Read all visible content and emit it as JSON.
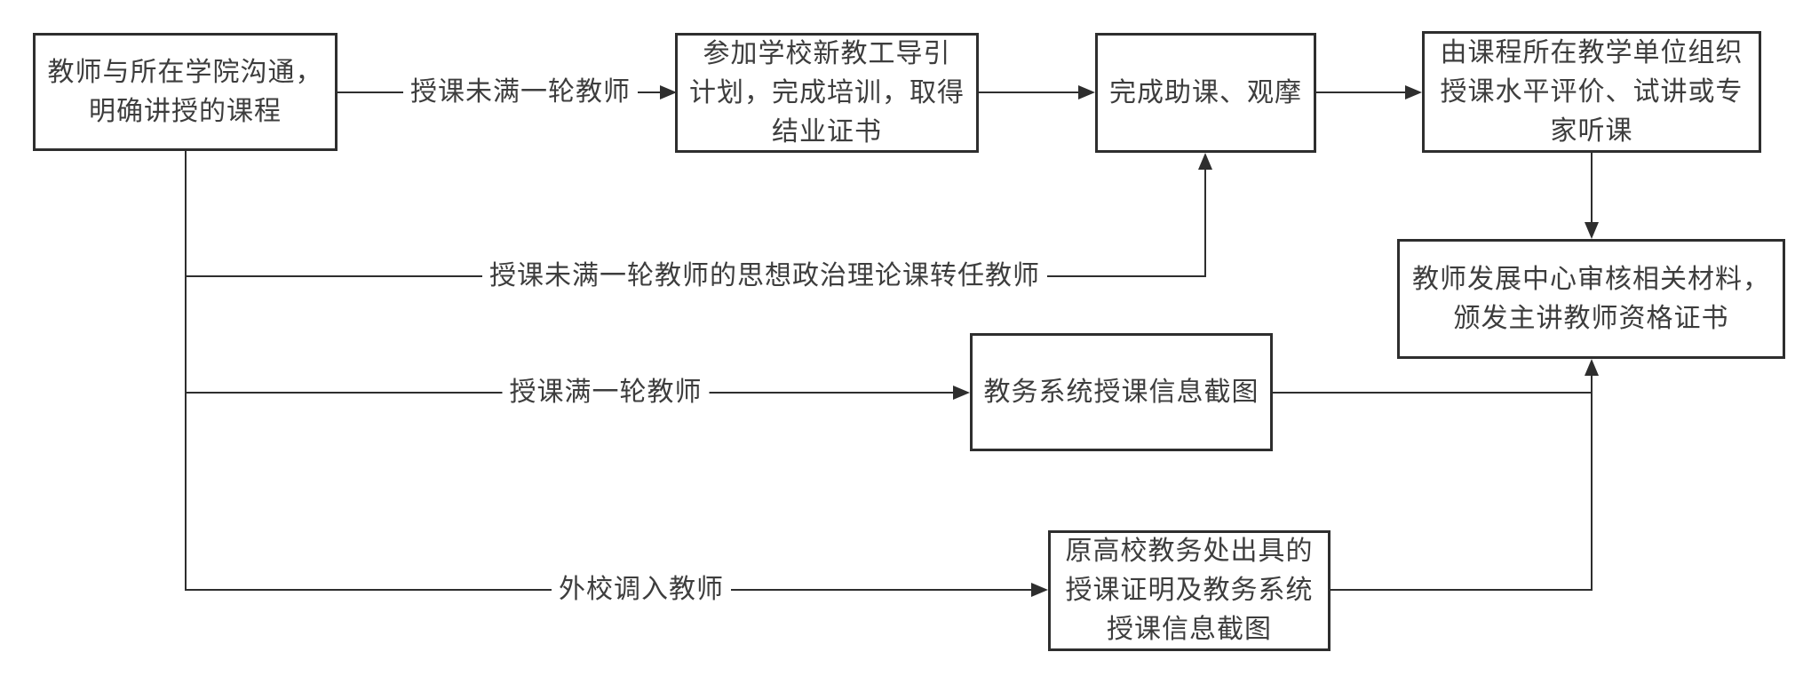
{
  "diagram": {
    "nodes": {
      "communicate": {
        "text": "教师与所在学院沟通，\n明确讲授的课程"
      },
      "orientation": {
        "text": "参加学校新教工导引\n计划，完成培训，取得\n结业证书"
      },
      "assist": {
        "text": "完成助课、观摩"
      },
      "evaluate": {
        "text": "由课程所在教学单位组织\n授课水平评价、试讲或专\n家听课"
      },
      "certify": {
        "text": "教师发展中心审核相关材料，\n颁发主讲教师资格证书"
      },
      "screenshot": {
        "text": "教务系统授课信息截图"
      },
      "proof": {
        "text": "原高校教务处出具的\n授课证明及教务系统\n授课信息截图"
      }
    },
    "edge_labels": {
      "under_one_round": "授课未满一轮教师",
      "political_transfer": "授课未满一轮教师的思想政治理论课转任教师",
      "full_round": "授课满一轮教师",
      "external_transfer": "外校调入教师"
    },
    "colors": {
      "line": "#2e2e2e",
      "text": "#3d3d3d",
      "background": "#ffffff"
    }
  }
}
